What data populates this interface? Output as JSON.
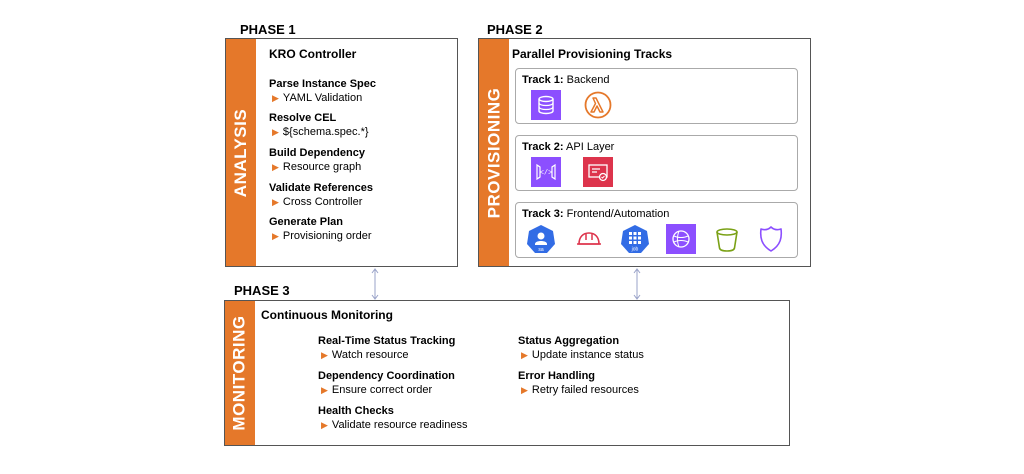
{
  "phase1": {
    "title": "PHASE 1",
    "side_label": "ANALYSIS",
    "box_title": "KRO Controller",
    "steps": [
      {
        "title": "Parse Instance Spec",
        "sub": "YAML Validation"
      },
      {
        "title": "Resolve CEL",
        "sub": "${schema.spec.*}"
      },
      {
        "title": "Build Dependency",
        "sub": "Resource graph"
      },
      {
        "title": "Validate References",
        "sub": "Cross Controller"
      },
      {
        "title": "Generate Plan",
        "sub": "Provisioning order"
      }
    ]
  },
  "phase2": {
    "title": "PHASE 2",
    "side_label": "PROVISIONING",
    "box_title": "Parallel Provisioning Tracks",
    "tracks": [
      {
        "label": "Track 1:",
        "name": "Backend",
        "icons": [
          "aurora-database-icon",
          "lambda-icon"
        ]
      },
      {
        "label": "Track 2:",
        "name": "API Layer",
        "icons": [
          "api-gateway-icon",
          "certificate-manager-icon"
        ]
      },
      {
        "label": "Track 3:",
        "name": "Frontend/Automation",
        "icons": [
          "kubernetes-service-account-icon",
          "helmet-icon",
          "kubernetes-job-icon",
          "cloudfront-icon",
          "s3-bucket-icon",
          "shield-icon"
        ]
      }
    ]
  },
  "phase3": {
    "title": "PHASE 3",
    "side_label": "MONITORING",
    "box_title": "Continuous Monitoring",
    "left_items": [
      {
        "title": "Real-Time Status Tracking",
        "sub": "Watch resource"
      },
      {
        "title": "Dependency Coordination",
        "sub": "Ensure correct order"
      },
      {
        "title": "Health Checks",
        "sub": "Validate resource readiness"
      }
    ],
    "right_items": [
      {
        "title": "Status Aggregation",
        "sub": "Update instance status"
      },
      {
        "title": "Error Handling",
        "sub": "Retry failed resources"
      }
    ]
  },
  "icon_badges": {
    "sa": "sa",
    "job": "job"
  },
  "colors": {
    "orange": "#e5782a",
    "purple": "#8c4fff",
    "red": "#dd344c",
    "k8s_blue": "#326ce5",
    "green": "#7aa116",
    "arrow": "#9aa3c9"
  }
}
